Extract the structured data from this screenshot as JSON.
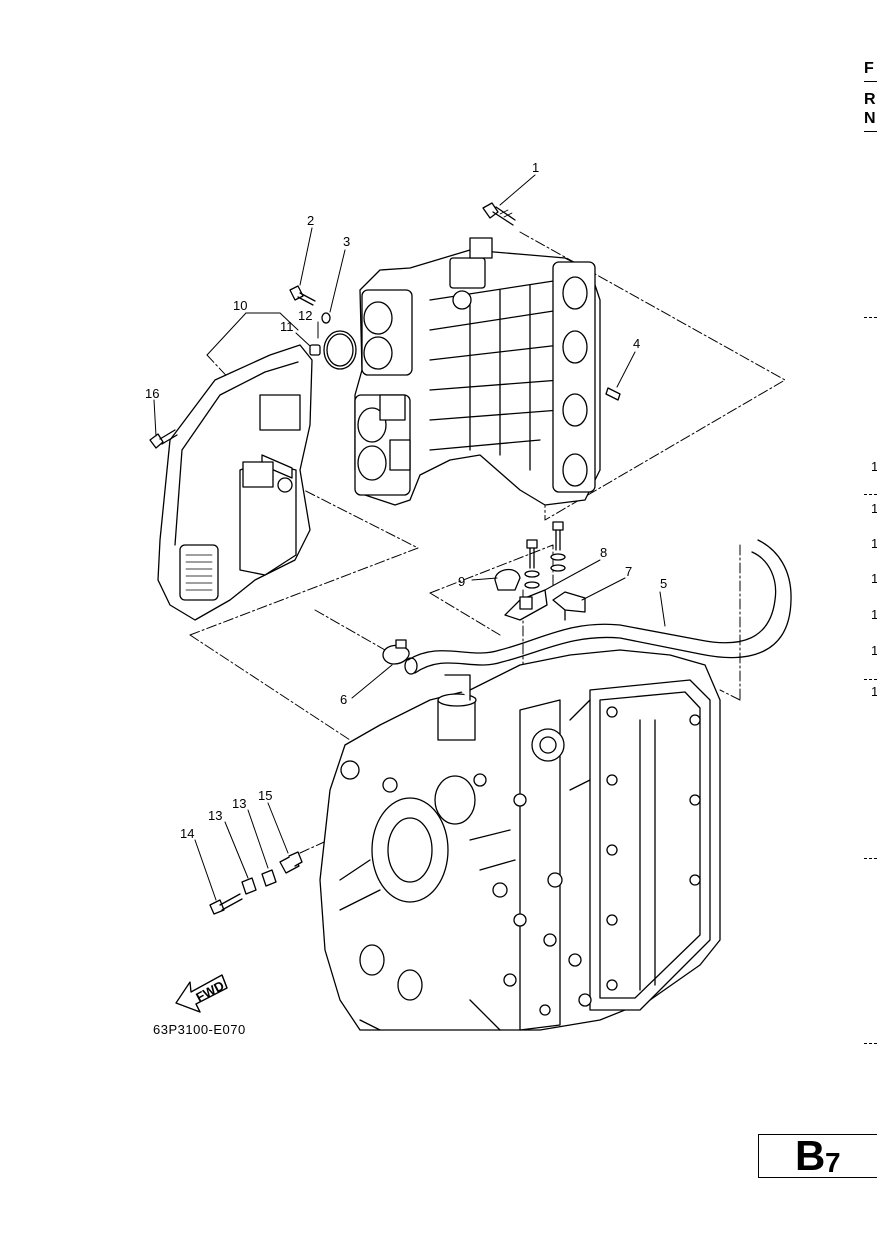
{
  "header": {
    "letters": [
      "F",
      "R",
      "N"
    ]
  },
  "edge_numbers": [
    "1",
    "1",
    "1",
    "1",
    "1",
    "1",
    "1"
  ],
  "diagram": {
    "callouts": [
      "1",
      "2",
      "3",
      "4",
      "5",
      "6",
      "7",
      "8",
      "9",
      "10",
      "11",
      "12",
      "13",
      "13",
      "14",
      "15",
      "16"
    ],
    "fwd_label": "FWD",
    "drawing_code": "63P3100-E070"
  },
  "page_badge": {
    "letter": "B",
    "number": "7"
  }
}
